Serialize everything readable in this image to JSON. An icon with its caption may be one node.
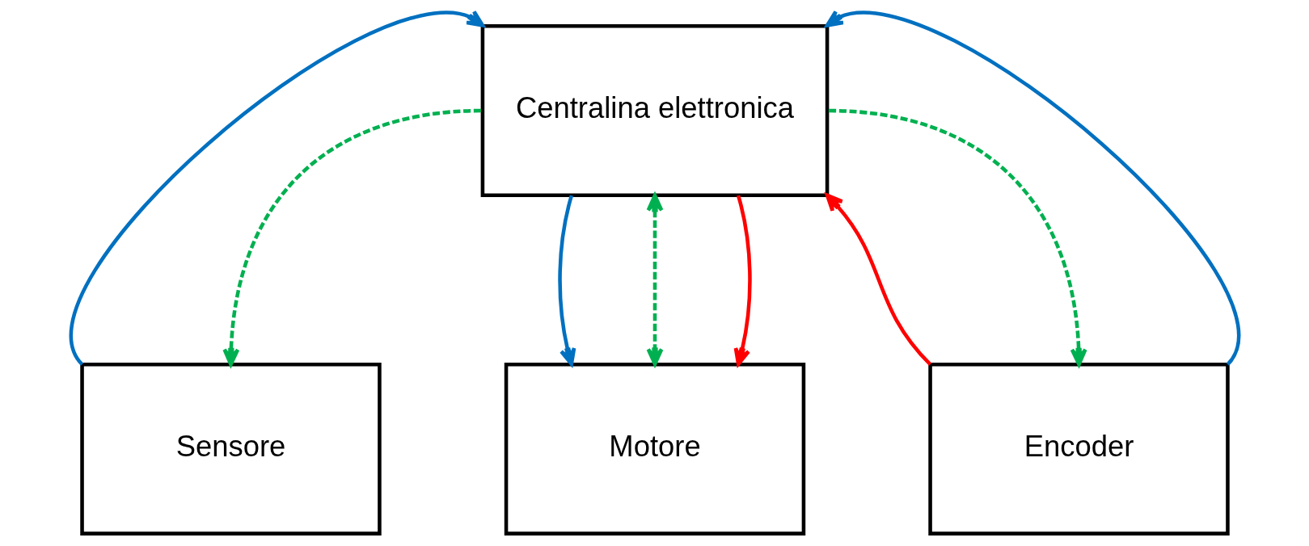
{
  "diagram": {
    "nodes": [
      {
        "text": [
          "Centralina elettronica"
        ]
      },
      {
        "text": [
          "Sensore"
        ]
      },
      {
        "text": [
          "Motore"
        ]
      },
      {
        "text": [
          "Encoder"
        ]
      }
    ],
    "edges": [
      {
        "from": 1,
        "to": 0,
        "arrow": "to",
        "color": "#0070c0"
      },
      {
        "from": 0,
        "to": 1,
        "arrow": "to",
        "style": "dashed",
        "color": "#00b050"
      },
      {
        "from": 0,
        "to": 2,
        "arrow": "to",
        "color": "#0070c0"
      },
      {
        "from": 0,
        "to": 2,
        "arrow": "both",
        "style": "dashed",
        "color": "#00b050"
      },
      {
        "from": 0,
        "to": 2,
        "arrow": "to",
        "color": "#ff0000"
      },
      {
        "from": 3,
        "to": 0,
        "arrow": "to",
        "color": "#ff0000"
      },
      {
        "from": 0,
        "to": 3,
        "arrow": "to",
        "style": "dashed",
        "color": "#00b050"
      },
      {
        "from": 3,
        "to": 0,
        "arrow": "to",
        "color": "#0070c0"
      }
    ]
  }
}
